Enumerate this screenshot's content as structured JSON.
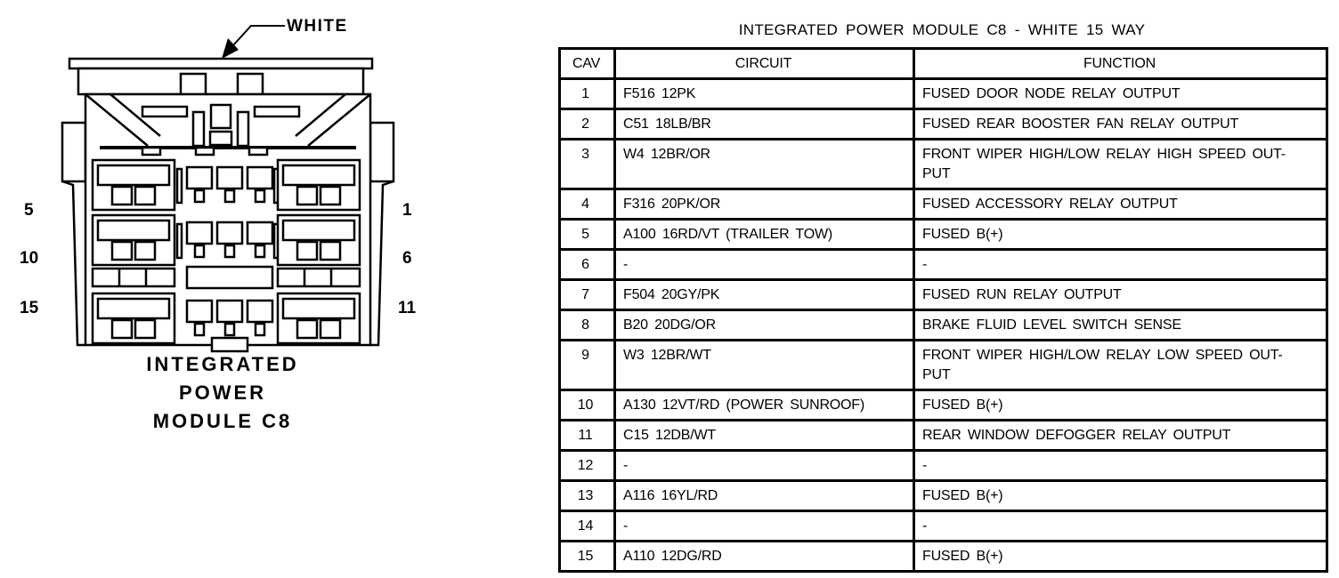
{
  "figure": {
    "connector_color_label": "WHITE",
    "caption_lines": [
      "INTEGRATED",
      "POWER",
      "MODULE C8"
    ],
    "pin_labels": {
      "left": [
        "5",
        "10",
        "15"
      ],
      "right": [
        "1",
        "6",
        "11"
      ]
    }
  },
  "table": {
    "title": "INTEGRATED POWER MODULE C8 - WHITE 15 WAY",
    "columns": [
      "CAV",
      "CIRCUIT",
      "FUNCTION"
    ],
    "rows": [
      {
        "cav": "1",
        "circuit": "F516 12PK",
        "function": "FUSED DOOR NODE RELAY OUTPUT"
      },
      {
        "cav": "2",
        "circuit": "C51 18LB/BR",
        "function": "FUSED REAR BOOSTER FAN RELAY OUTPUT"
      },
      {
        "cav": "3",
        "circuit": "W4 12BR/OR",
        "function": "FRONT WIPER HIGH/LOW RELAY HIGH SPEED OUT-\nPUT"
      },
      {
        "cav": "4",
        "circuit": "F316 20PK/OR",
        "function": "FUSED ACCESSORY RELAY OUTPUT"
      },
      {
        "cav": "5",
        "circuit": "A100 16RD/VT (TRAILER TOW)",
        "function": "FUSED B(+)"
      },
      {
        "cav": "6",
        "circuit": "-",
        "function": "-"
      },
      {
        "cav": "7",
        "circuit": "F504 20GY/PK",
        "function": "FUSED RUN RELAY OUTPUT"
      },
      {
        "cav": "8",
        "circuit": "B20 20DG/OR",
        "function": "BRAKE FLUID LEVEL SWITCH SENSE"
      },
      {
        "cav": "9",
        "circuit": "W3 12BR/WT",
        "function": "FRONT WIPER HIGH/LOW RELAY LOW SPEED OUT-\nPUT"
      },
      {
        "cav": "10",
        "circuit": "A130 12VT/RD (POWER SUNROOF)",
        "function": "FUSED B(+)"
      },
      {
        "cav": "11",
        "circuit": "C15 12DB/WT",
        "function": "REAR WINDOW DEFOGGER RELAY OUTPUT"
      },
      {
        "cav": "12",
        "circuit": "-",
        "function": "-"
      },
      {
        "cav": "13",
        "circuit": "A116 16YL/RD",
        "function": "FUSED B(+)"
      },
      {
        "cav": "14",
        "circuit": "-",
        "function": "-"
      },
      {
        "cav": "15",
        "circuit": "A110 12DG/RD",
        "function": "FUSED B(+)"
      }
    ]
  },
  "colors": {
    "ink": "#000000",
    "paper": "#ffffff"
  }
}
